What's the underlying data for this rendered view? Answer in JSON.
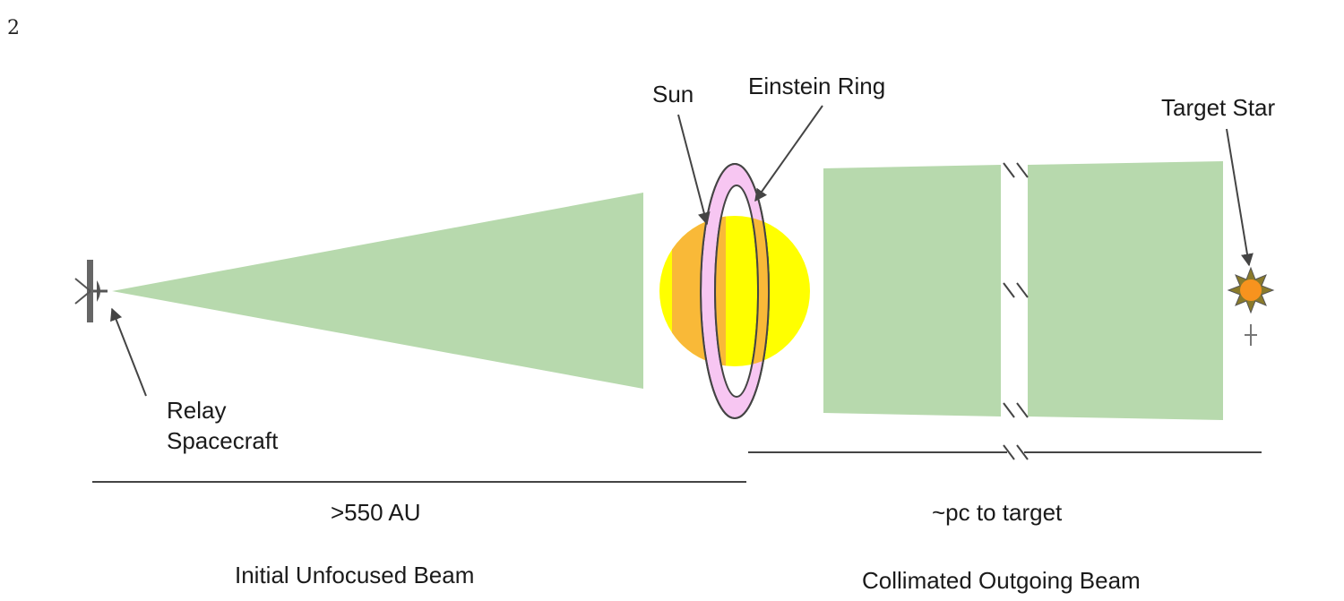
{
  "page_number": "2",
  "labels": {
    "sun": "Sun",
    "einstein_ring": "Einstein Ring",
    "target_star": "Target Star",
    "relay_line1": "Relay",
    "relay_line2": "Spacecraft",
    "distance_left": ">550 AU",
    "distance_right": "~pc to target",
    "beam_left": "Initial Unfocused Beam",
    "beam_right": "Collimated Outgoing Beam"
  },
  "colors": {
    "beam": "#b7d9ad",
    "sun": "#ffff00",
    "ring": "#f7c6f2",
    "ring_overlap": "#f9b938",
    "star": "#f7931e"
  }
}
